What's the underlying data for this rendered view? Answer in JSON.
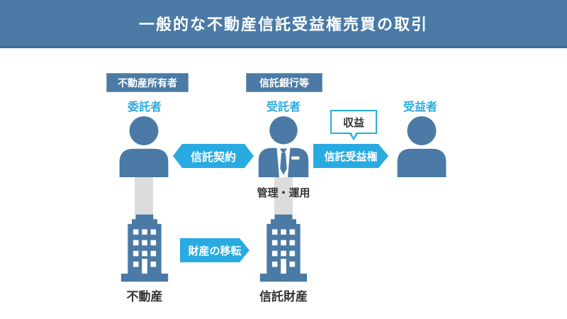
{
  "header": {
    "title": "一般的な不動産信託受益権売買の取引"
  },
  "actors": {
    "settlor": {
      "box_label": "不動産所有者",
      "role": "委託者"
    },
    "trustee": {
      "box_label": "信託銀行等",
      "role": "受託者",
      "note": "管理・運用"
    },
    "beneficiary": {
      "role": "受益者"
    }
  },
  "arrows": {
    "trust_contract": {
      "label": "信託契約",
      "direction": "both"
    },
    "trust_beneficiary_right": {
      "label": "信託受益権",
      "direction": "right"
    },
    "property_transfer": {
      "label": "財産の移転",
      "direction": "right"
    }
  },
  "bubble": {
    "label": "収益"
  },
  "buildings": {
    "real_estate": {
      "label": "不動産"
    },
    "trust_property": {
      "label": "信託財産"
    }
  },
  "icons": {
    "settlor": "person-icon",
    "trustee": "businessman-icon",
    "beneficiary": "person-icon",
    "assets": "building-icon"
  },
  "colors": {
    "steel_blue": "#4A7AA5",
    "header_border": "#3E6B93",
    "cyan": "#29ABE2",
    "connector_gray": "#DCDCDC",
    "text_dark": "#333333",
    "white": "#FFFFFF"
  }
}
